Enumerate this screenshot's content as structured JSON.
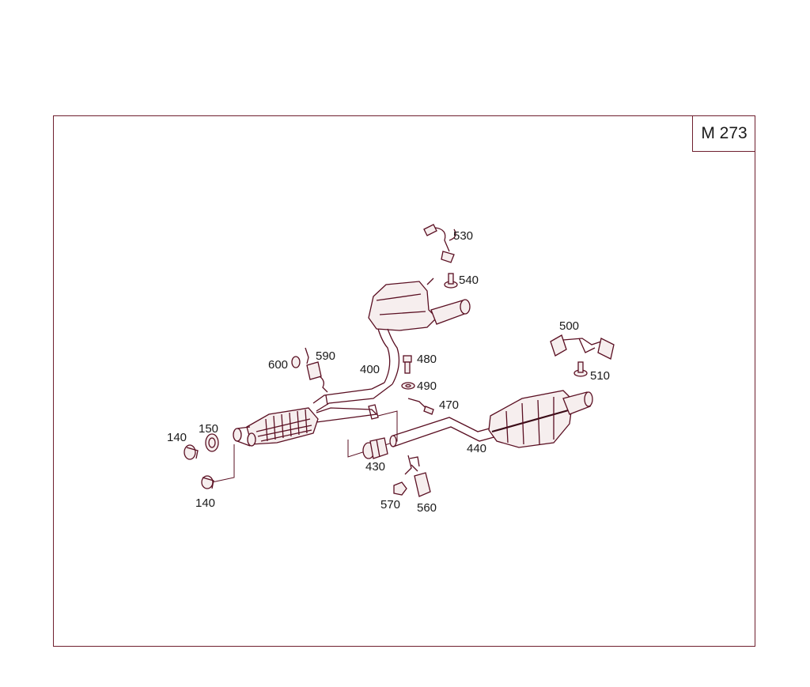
{
  "model_label": "M 273",
  "callouts": {
    "c530": "530",
    "c540": "540",
    "c500": "500",
    "c510": "510",
    "c600": "600",
    "c590": "590",
    "c400": "400",
    "c480": "480",
    "c490": "490",
    "c470": "470",
    "c140a": "140",
    "c150": "150",
    "c140b": "140",
    "c440": "440",
    "c430": "430",
    "c570": "570",
    "c560": "560"
  },
  "colors": {
    "line": "#5a0f22",
    "frame": "#6e1f2e"
  }
}
